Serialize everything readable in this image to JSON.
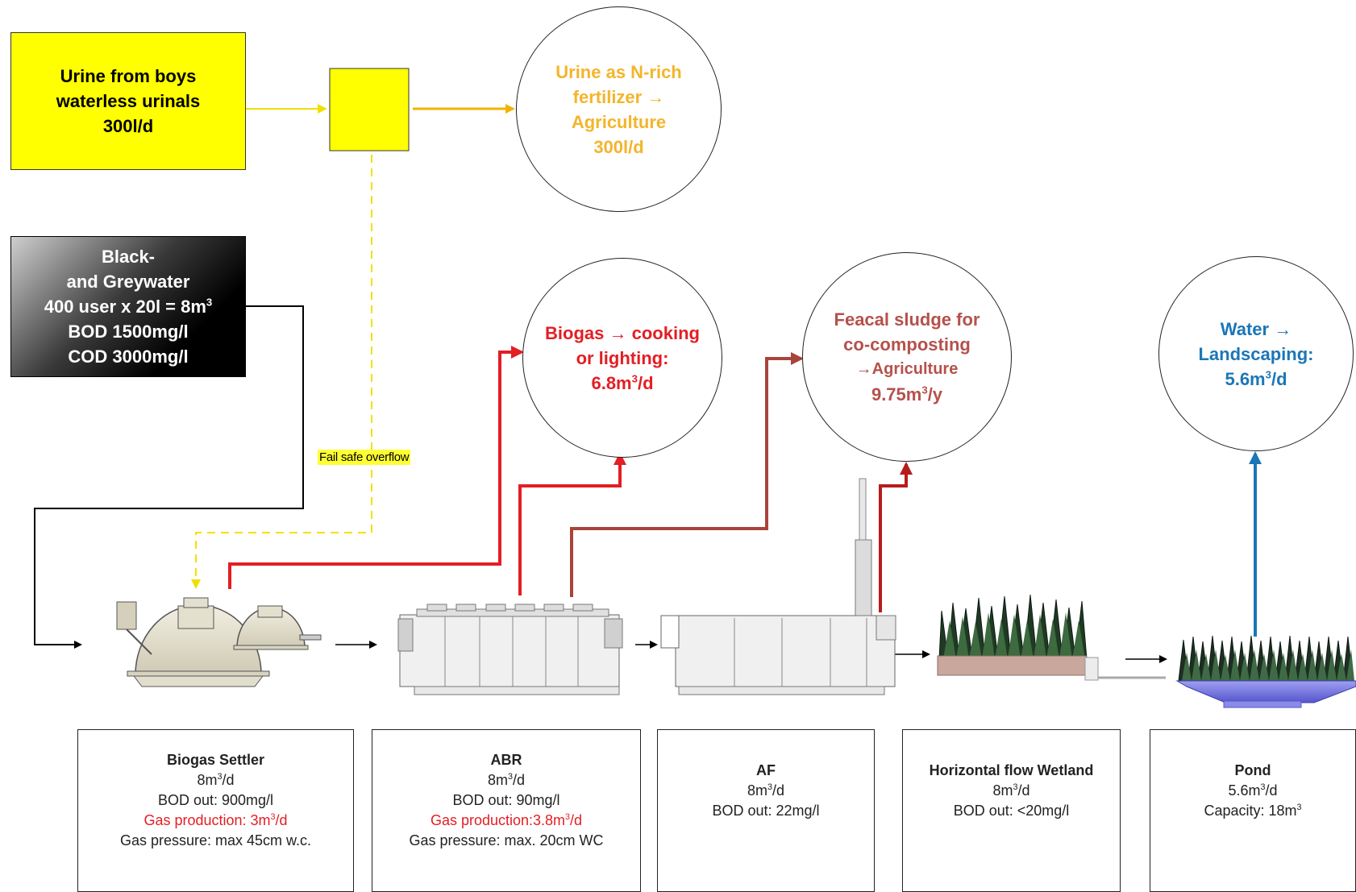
{
  "sources": {
    "urine": {
      "line1": "Urine from boys",
      "line2": "waterless urinals",
      "line3": "300l/d"
    },
    "blackwater": {
      "line1": "Black-",
      "line2": "and Greywater",
      "line3": "400 user x 20l = 8m",
      "line3_sup": "3",
      "line4": "BOD 1500mg/l",
      "line5": "COD 3000mg/l"
    }
  },
  "outputs": {
    "urine": {
      "line1": "Urine as N-rich",
      "line2": "fertilizer →",
      "line3": "Agriculture",
      "line4": "300l/d"
    },
    "biogas": {
      "line1": "Biogas → cooking",
      "line2": "or lighting:",
      "line3": "6.8m",
      "line3_sup": "3",
      "line3_tail": "/d"
    },
    "sludge": {
      "line1": "Feacal sludge for",
      "line2": "co-composting",
      "line3": "→Agriculture",
      "line4": "9.75m",
      "line4_sup": "3",
      "line4_tail": "/y"
    },
    "water": {
      "line1": "Water →",
      "line2": "Landscaping:",
      "line3": "5.6m",
      "line3_sup": "3",
      "line3_tail": "/d"
    }
  },
  "flow_labels": {
    "fail_safe": "Fail safe overflow"
  },
  "stages": {
    "settler": {
      "title": "Biogas Settler",
      "flow": "8m",
      "flow_sup": "3",
      "flow_tail": "/d",
      "bod": "BOD out: 900mg/l",
      "gas": "Gas production: 3m",
      "gas_sup": "3",
      "gas_tail": "/d",
      "pressure": "Gas pressure: max 45cm w.c."
    },
    "abr": {
      "title": "ABR",
      "flow": "8m",
      "flow_sup": "3",
      "flow_tail": "/d",
      "bod": "BOD out: 90mg/l",
      "gas": "Gas production:3.8m",
      "gas_sup": "3",
      "gas_tail": "/d",
      "pressure": "Gas pressure: max. 20cm WC"
    },
    "af": {
      "title": "AF",
      "flow": "8m",
      "flow_sup": "3",
      "flow_tail": "/d",
      "bod": "BOD out: 22mg/l"
    },
    "wetland": {
      "title": "Horizontal flow Wetland",
      "flow": "8m",
      "flow_sup": "3",
      "flow_tail": "/d",
      "bod": "BOD out: <20mg/l"
    },
    "pond": {
      "title": "Pond",
      "flow": "5.6m",
      "flow_sup": "3",
      "flow_tail": "/d",
      "capacity": "Capacity: 18m",
      "capacity_sup": "3"
    }
  },
  "colors": {
    "urine_yellow": "#ffff00",
    "urine_output": "#f3b52b",
    "biogas_red": "#e31e24",
    "sludge_brown": "#a8443c",
    "water_blue": "#1b76b8"
  }
}
